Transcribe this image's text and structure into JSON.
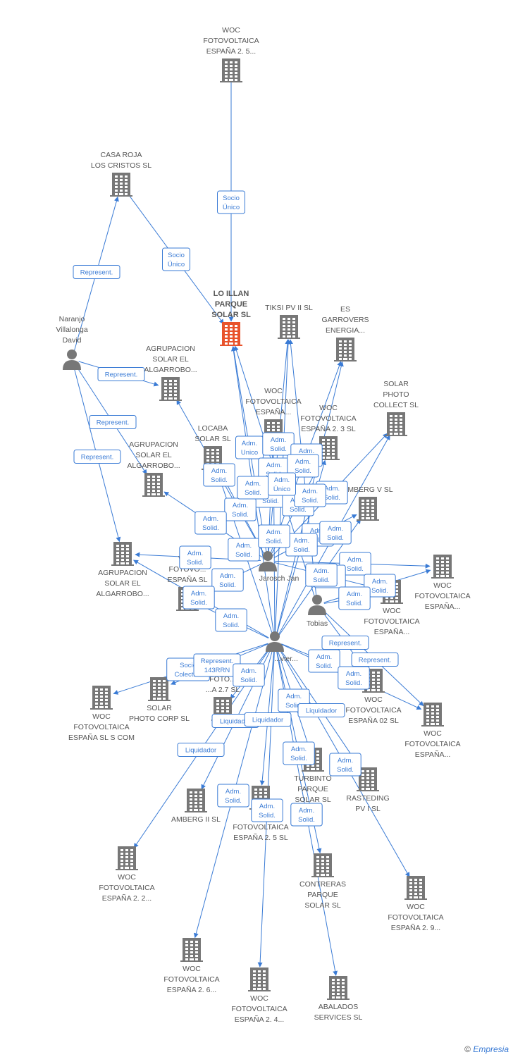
{
  "colors": {
    "edge": "#3a7bd5",
    "node": "#777777",
    "highlight": "#e8532c",
    "label_bg": "#ffffff",
    "label_border": "#3a7bd5"
  },
  "nodes": [
    {
      "id": "woc5top",
      "lines": [
        "WOC",
        "FOTOVOLTAICA",
        "ESPAÑA 2. 5..."
      ],
      "icon": "building-icon"
    },
    {
      "id": "casaroja",
      "lines": [
        "CASA ROJA",
        "LOS CRISTOS SL"
      ],
      "icon": "building-icon"
    },
    {
      "id": "loillan",
      "lines": [
        "LO ILLAN",
        "PARQUE",
        "SOLAR SL"
      ],
      "icon": "building-icon",
      "main": true
    },
    {
      "id": "tiksi",
      "lines": [
        "TIKSI PV II SL"
      ],
      "icon": "building-icon"
    },
    {
      "id": "esgarrovers",
      "lines": [
        "ES",
        "GARROVERS",
        "ENERGIA..."
      ],
      "icon": "building-icon"
    },
    {
      "id": "naranjo",
      "lines": [
        "Naranjo",
        "Villalonga",
        "David"
      ],
      "icon": "person-icon"
    },
    {
      "id": "agrup1",
      "lines": [
        "AGRUPACION",
        "SOLAR EL",
        "ALGARROBO..."
      ],
      "icon": "building-icon"
    },
    {
      "id": "wocesp",
      "lines": [
        "WOC",
        "FOTOVOLTAICA",
        "ESPAÑA..."
      ],
      "icon": "building-icon"
    },
    {
      "id": "woc23",
      "lines": [
        "WOC",
        "FOTOVOLTAICA",
        "ESPAÑA 2. 3 SL"
      ],
      "icon": "building-icon"
    },
    {
      "id": "solarphoto",
      "lines": [
        "SOLAR",
        "PHOTO",
        "COLLECT SL"
      ],
      "icon": "building-icon"
    },
    {
      "id": "locaba",
      "lines": [
        "LOCABA",
        "SOLAR SL"
      ],
      "icon": "building-icon"
    },
    {
      "id": "agrup2",
      "lines": [
        "AGRUPACION",
        "SOLAR EL",
        "ALGARROBO..."
      ],
      "icon": "building-icon"
    },
    {
      "id": "amberg5",
      "lines": [
        "AMBERG V SL"
      ],
      "icon": "building-icon"
    },
    {
      "id": "agrup3",
      "lines": [
        "AGRUPACION",
        "SOLAR EL",
        "ALGARROBO..."
      ],
      "icon": "building-icon"
    },
    {
      "id": "jarosch",
      "lines": [
        "Jarosch Jan"
      ],
      "icon": "person-icon"
    },
    {
      "id": "wocrt",
      "lines": [
        "WOC",
        "FOTOVOLTAICA",
        "ESPAÑA..."
      ],
      "icon": "building-icon"
    },
    {
      "id": "wocr2",
      "lines": [
        "WOC",
        "FOTOVOLTAICA",
        "ESPAÑA..."
      ],
      "icon": "building-icon"
    },
    {
      "id": "tobias",
      "lines": [
        "Tobias"
      ],
      "icon": "person-icon"
    },
    {
      "id": "wocfesp",
      "lines": [
        "WOC",
        "FOTOVO...",
        "ESPAÑA SL"
      ],
      "icon": "building-icon"
    },
    {
      "id": "wocsscom",
      "lines": [
        "WOC",
        "FOTOVOLTAICA",
        "ESPAÑA SL S COM"
      ],
      "icon": "building-icon"
    },
    {
      "id": "solarcorp",
      "lines": [
        "SOLAR",
        "PHOTO CORP SL"
      ],
      "icon": "building-icon"
    },
    {
      "id": "woc02",
      "lines": [
        "WOC",
        "FOTOVOLTAICA",
        "ESPAÑA 02 SL"
      ],
      "icon": "building-icon"
    },
    {
      "id": "wocrb",
      "lines": [
        "WOC",
        "FOTOVOLTAICA",
        "ESPAÑA..."
      ],
      "icon": "building-icon"
    },
    {
      "id": "woc27",
      "lines": [
        "FOTO...",
        "...A 2.7 SL"
      ],
      "icon": "building-icon"
    },
    {
      "id": "turbinto",
      "lines": [
        "TURBINTO",
        "PARQUE",
        "SOLAR SL"
      ],
      "icon": "building-icon"
    },
    {
      "id": "rasteding",
      "lines": [
        "RASTEDING",
        "PV I SL"
      ],
      "icon": "building-icon"
    },
    {
      "id": "amberg2",
      "lines": [
        "AMBERG II SL"
      ],
      "icon": "building-icon"
    },
    {
      "id": "woc25",
      "lines": [
        "WOC",
        "FOTOVOLTAICA",
        "ESPAÑA 2. 5 SL"
      ],
      "icon": "building-icon"
    },
    {
      "id": "woc22",
      "lines": [
        "WOC",
        "FOTOVOLTAICA",
        "ESPAÑA 2. 2..."
      ],
      "icon": "building-icon"
    },
    {
      "id": "contreras",
      "lines": [
        "CONTRERAS",
        "PARQUE",
        "SOLAR SL"
      ],
      "icon": "building-icon"
    },
    {
      "id": "woc29",
      "lines": [
        "WOC",
        "FOTOVOLTAICA",
        "ESPAÑA 2. 9..."
      ],
      "icon": "building-icon"
    },
    {
      "id": "woc26",
      "lines": [
        "WOC",
        "FOTOVOLTAICA",
        "ESPAÑA 2. 6..."
      ],
      "icon": "building-icon"
    },
    {
      "id": "woc24",
      "lines": [
        "WOC",
        "FOTOVOLTAICA",
        "ESPAÑA 2. 4..."
      ],
      "icon": "building-icon"
    },
    {
      "id": "abalados",
      "lines": [
        "ABALADOS",
        "SERVICES SL"
      ],
      "icon": "building-icon"
    },
    {
      "id": "hub",
      "lines": [
        "...vier..."
      ],
      "icon": "person-icon"
    }
  ],
  "edges": [
    {
      "from": "woc5top",
      "to": "loillan",
      "label": [
        "Socio",
        "Único"
      ]
    },
    {
      "from": "naranjo",
      "to": "casaroja",
      "label": [
        "Represent."
      ]
    },
    {
      "from": "casaroja",
      "to": "loillan",
      "label": [
        "Socio",
        "Único"
      ]
    },
    {
      "from": "naranjo",
      "to": "agrup1",
      "label": [
        "Represent."
      ]
    },
    {
      "from": "naranjo",
      "to": "agrup2",
      "label": [
        "Represent."
      ]
    },
    {
      "from": "naranjo",
      "to": "agrup3",
      "label": [
        "Represent."
      ]
    },
    {
      "from": "jarosch",
      "to": "loillan",
      "label": [
        "Adm.",
        "Unico"
      ]
    },
    {
      "from": "jarosch",
      "to": "wocesp",
      "label": [
        "Adm.",
        "Solid."
      ]
    },
    {
      "from": "jarosch",
      "to": "woc23",
      "label": [
        "Adm.",
        "Solid."
      ]
    },
    {
      "from": "jarosch",
      "to": "locaba",
      "label": [
        "Adm.",
        "Solid."
      ]
    },
    {
      "from": "jarosch",
      "to": "tiksi",
      "label": [
        "Adm.",
        "Solid."
      ]
    },
    {
      "from": "jarosch",
      "to": "esgarrovers",
      "label": [
        "Adm.",
        "Solid."
      ]
    },
    {
      "from": "jarosch",
      "to": "agrup1",
      "label": [
        "Adm.",
        "Solid."
      ]
    },
    {
      "from": "jarosch",
      "to": "agrup2",
      "label": [
        "Adm.",
        "Solid."
      ]
    },
    {
      "from": "jarosch",
      "to": "agrup3",
      "label": [
        "Adm.",
        "Solid."
      ]
    },
    {
      "from": "jarosch",
      "to": "solarphoto",
      "label": [
        "Adm.",
        "Solid."
      ]
    },
    {
      "from": "jarosch",
      "to": "amberg5",
      "label": [
        "Adm.",
        "Solid."
      ]
    },
    {
      "from": "jarosch",
      "to": "wocrt",
      "label": [
        "Adm.",
        "Solid."
      ]
    },
    {
      "from": "jarosch",
      "to": "wocr2",
      "label": [
        "Adm.",
        "Solid."
      ]
    },
    {
      "from": "jarosch",
      "to": "wocfesp",
      "label": [
        "Adm.",
        "Solid."
      ]
    },
    {
      "from": "tobias",
      "to": "loillan",
      "label": [
        "Adm.",
        "Solid."
      ]
    },
    {
      "from": "tobias",
      "to": "tiksi",
      "label": [
        "Adm.",
        "Solid."
      ]
    },
    {
      "from": "tobias",
      "to": "wocrt",
      "label": [
        "Adm.",
        "Solid."
      ]
    },
    {
      "from": "tobias",
      "to": "wocr2",
      "label": [
        "Adm.",
        "Solid."
      ]
    },
    {
      "from": "tobias",
      "to": "woc02",
      "label": [
        "Represent."
      ]
    },
    {
      "from": "tobias",
      "to": "wocrb",
      "label": [
        "Represent."
      ]
    },
    {
      "from": "hub",
      "to": "loillan",
      "label": [
        "Adm.",
        "Solid."
      ]
    },
    {
      "from": "hub",
      "to": "woc23",
      "label": [
        "Adm.",
        "Solid."
      ]
    },
    {
      "from": "hub",
      "to": "esgarrovers",
      "label": [
        "Adm.",
        "Solid."
      ]
    },
    {
      "from": "hub",
      "to": "wocsscom",
      "label": [
        "Socio",
        "Colectivo"
      ]
    },
    {
      "from": "hub",
      "to": "solarcorp",
      "label": [
        "Represent.",
        "143RRN"
      ]
    },
    {
      "from": "hub",
      "to": "woc27",
      "label": [
        "Adm.",
        "Solid."
      ]
    },
    {
      "from": "hub",
      "to": "turbinto",
      "label": [
        "Adm.",
        "Solid."
      ]
    },
    {
      "from": "hub",
      "to": "rasteding",
      "label": [
        "Liquidador"
      ]
    },
    {
      "from": "hub",
      "to": "amberg2",
      "label": [
        "Liquidador"
      ]
    },
    {
      "from": "hub",
      "to": "woc25",
      "label": [
        "Liquidador"
      ]
    },
    {
      "from": "hub",
      "to": "woc22",
      "label": [
        "Liquidador"
      ]
    },
    {
      "from": "hub",
      "to": "contreras",
      "label": [
        "Adm.",
        "Solid."
      ]
    },
    {
      "from": "hub",
      "to": "woc29",
      "label": [
        "Adm.",
        "Solid."
      ]
    },
    {
      "from": "hub",
      "to": "woc26",
      "label": [
        "Adm.",
        "Solid."
      ]
    },
    {
      "from": "hub",
      "to": "woc24",
      "label": [
        "Adm.",
        "Solid."
      ]
    },
    {
      "from": "hub",
      "to": "abalados",
      "label": [
        "Adm.",
        "Solid."
      ]
    },
    {
      "from": "hub",
      "to": "locaba",
      "label": [
        "Adm.",
        "Solid."
      ]
    },
    {
      "from": "hub",
      "to": "wocesp",
      "label": [
        "Adm.",
        "Solid."
      ]
    },
    {
      "from": "hub",
      "to": "solarphoto",
      "label": [
        "Adm.",
        "Solid."
      ]
    },
    {
      "from": "hub",
      "to": "amberg5",
      "label": [
        "Adm.",
        "Solid."
      ]
    },
    {
      "from": "hub",
      "to": "agrup3",
      "label": [
        "Adm.",
        "Solid."
      ]
    },
    {
      "from": "hub",
      "to": "wocfesp",
      "label": [
        "Adm.",
        "Solid."
      ]
    },
    {
      "from": "hub",
      "to": "woc02",
      "label": [
        "Adm.",
        "Solid."
      ]
    },
    {
      "from": "hub",
      "to": "wocrb",
      "label": [
        "Adm.",
        "Solid."
      ]
    },
    {
      "from": "hub",
      "to": "tiksi",
      "label": [
        "Adm.",
        "Único"
      ]
    }
  ],
  "footer": {
    "copyright": "©",
    "brand": "Empresia"
  }
}
